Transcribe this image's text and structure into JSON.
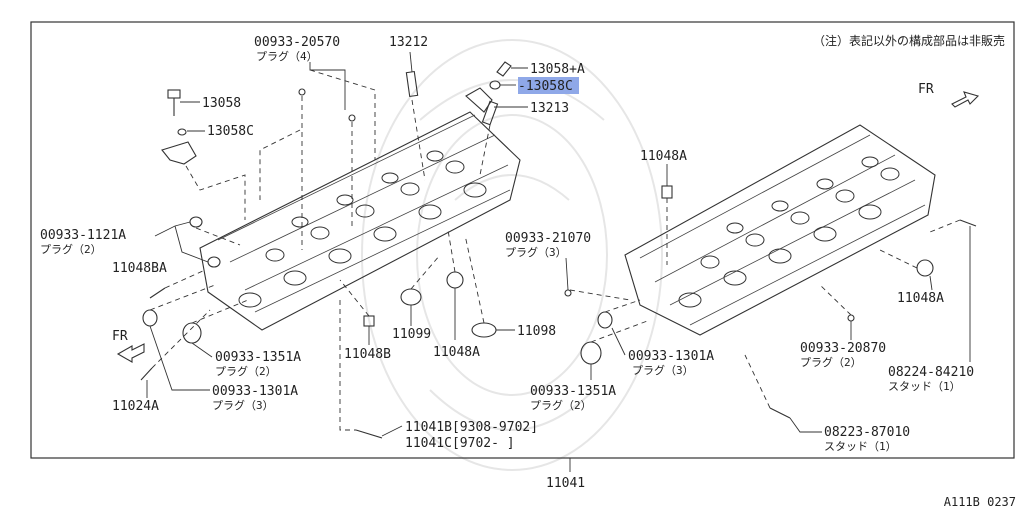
{
  "note": "（注）表記以外の構成部品は非販売",
  "fr_right": "FR",
  "fr_left": "FR",
  "drawing_code": "A111B 0237",
  "highlight_color": "#8fa8e8",
  "labels": {
    "p00933_20570": "00933-20570",
    "p00933_20570_sub": "プラグ（4）",
    "p13212": "13212",
    "p13058A": "13058+A",
    "p13058C_hl_a": "13058",
    "p13058C_hl_b": "C",
    "p13213": "13213",
    "p13058": "13058",
    "p13058C": "13058C",
    "p00933_1121A": "00933-1121A",
    "p00933_1121A_sub": "プラグ（2）",
    "p11048BA": "11048BA",
    "p11048A_top": "11048A",
    "p00933_21070": "00933-21070",
    "p00933_21070_sub": "プラグ（3）",
    "p11099": "11099",
    "p11048A_mid": "11048A",
    "p11098": "11098",
    "p11048B": "11048B",
    "p00933_1351A_l": "00933-1351A",
    "p00933_1351A_l_sub": "プラグ（2）",
    "p00933_1301A_l": "00933-1301A",
    "p00933_1301A_l_sub": "プラグ（3）",
    "p11024A": "11024A",
    "p11041B": "11041B[9308-9702]",
    "p11041C": "11041C[9702-      ]",
    "p11041": "11041",
    "p00933_1301A_r": "00933-1301A",
    "p00933_1301A_r_sub": "プラグ（3）",
    "p00933_1351A_r": "00933-1351A",
    "p00933_1351A_r_sub": "プラグ（2）",
    "p00933_20870": "00933-20870",
    "p00933_20870_sub": "プラグ（2）",
    "p11048A_right": "11048A",
    "p08224_84210": "08224-84210",
    "p08224_84210_sub": "スタッド（1）",
    "p08223_87010": "08223-87010",
    "p08223_87010_sub": "スタッド（1）"
  }
}
